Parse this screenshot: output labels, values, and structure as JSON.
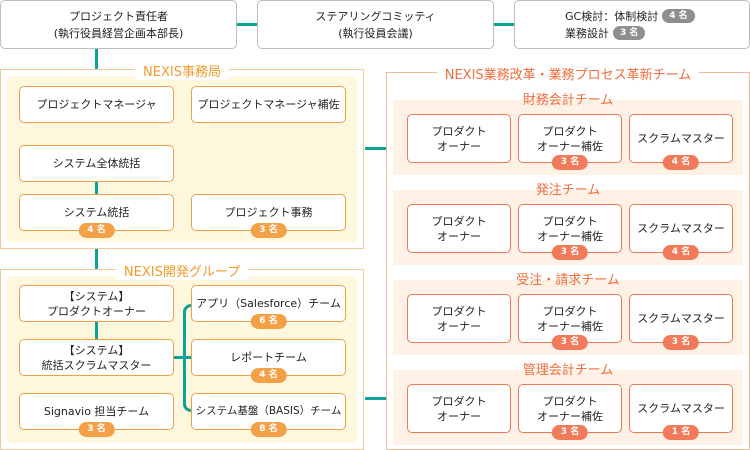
{
  "top": {
    "responsible": {
      "line1": "プロジェクト責任者",
      "line2": "(執行役員経営企画本部長)"
    },
    "steering": {
      "line1": "ステアリングコミッティ",
      "line2": "(執行役員会議)"
    },
    "gc": {
      "line1_label": "GC検討：体制検討",
      "line1_badge": "4 名",
      "line2_label": "業務設計",
      "line2_badge": "3 名"
    }
  },
  "office": {
    "title": "NEXIS事務局",
    "pm": "プロジェクトマネージャ",
    "pm_assist": "プロジェクトマネージャ補佐",
    "system_overall": "システム全体統括",
    "system_lead": "システム統括",
    "system_lead_badge": "4 名",
    "project_admin": "プロジェクト事務",
    "project_admin_badge": "3 名"
  },
  "dev": {
    "title": "NEXIS開発グループ",
    "po": "【システム】\nプロダクトオーナー",
    "sm": "【システム】\n統括スクラムマスター",
    "signavio": "Signavio 担当チーム",
    "signavio_badge": "3 名",
    "app": "アプリ（Salesforce）チーム",
    "app_badge": "6 名",
    "report": "レポートチーム",
    "report_badge": "4 名",
    "basis": "システム基盤（BASIS）チーム",
    "basis_badge": "8 名"
  },
  "reform": {
    "title": "NEXIS業務改革・業務プロセス革新チーム",
    "roles": {
      "po": "プロダクト\nオーナー",
      "po_assist": "プロダクト\nオーナー補佐",
      "sm": "スクラムマスター"
    },
    "teams": [
      {
        "name": "財務会計チーム",
        "po_assist_badge": "3 名",
        "sm_badge": "4 名"
      },
      {
        "name": "発注チーム",
        "po_assist_badge": "3 名",
        "sm_badge": "4 名"
      },
      {
        "name": "受注・請求チーム",
        "po_assist_badge": "3 名",
        "sm_badge": "3 名"
      },
      {
        "name": "管理会計チーム",
        "po_assist_badge": "3 名",
        "sm_badge": "1 名"
      }
    ]
  },
  "colors": {
    "teal": "#0aa395",
    "office_orange": "#f39a2b",
    "reform_orange": "#ef6d3d",
    "badge_gray": "#8e8e8e"
  }
}
